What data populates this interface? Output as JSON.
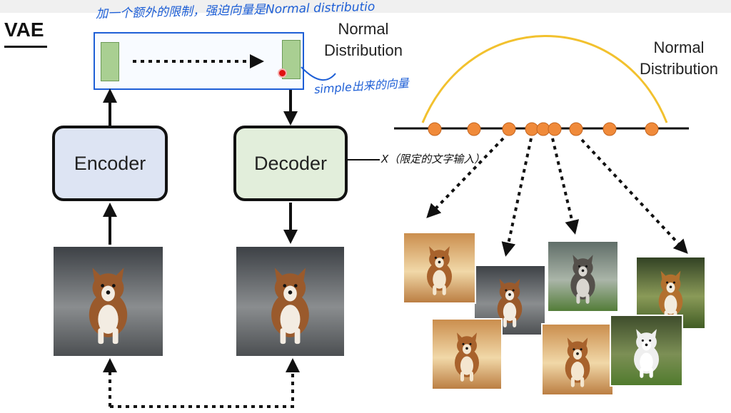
{
  "title": "VAE",
  "encoder_label": "Encoder",
  "decoder_label": "Decoder",
  "latent_distribution_label": "Normal\nDistribution",
  "curve_distribution_label": "Normal\nDistribution",
  "annotations": {
    "latent_constraint": "加一个额外的限制，强迫向量是Normal distributio",
    "sampled_vector": "simple出来的向量",
    "condition_input": "X（限定的文字输入）"
  },
  "colors": {
    "encoder_fill": "#dde4f3",
    "decoder_fill": "#e2eedb",
    "latent_vector": "#a9cf92",
    "latent_frame": "#1e5fd6",
    "normal_curve": "#f2c12e",
    "sample_point": "#f08a3a",
    "annotation_ink": "#1e5fd6"
  },
  "images": [
    {
      "role": "input-image",
      "scene": "street"
    },
    {
      "role": "reconstructed-image",
      "scene": "street"
    },
    {
      "role": "sample-1",
      "scene": "street"
    },
    {
      "role": "sample-2",
      "scene": "dust"
    },
    {
      "role": "sample-3",
      "scene": "meadow"
    },
    {
      "role": "sample-4",
      "scene": "forest"
    },
    {
      "role": "sample-5",
      "scene": "dust"
    },
    {
      "role": "sample-6",
      "scene": "dust"
    },
    {
      "role": "sample-7",
      "scene": "grass"
    }
  ]
}
